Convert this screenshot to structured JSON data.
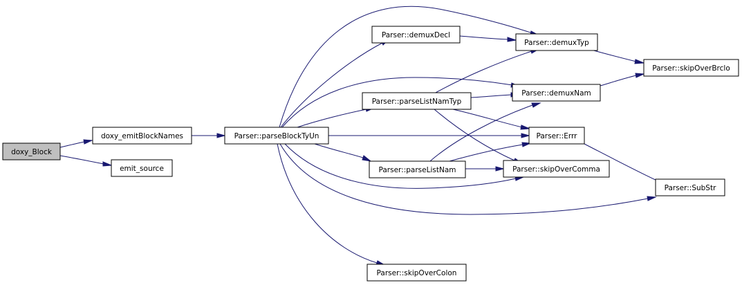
{
  "nodes": {
    "doxy_block": "doxy_Block",
    "doxy_emitblocknames": "doxy_emitBlockNames",
    "emit_source": "emit_source",
    "parseblocktyun": "Parser::parseBlockTyUn",
    "demuxdecl": "Parser::demuxDecl",
    "parselistnamtyp": "Parser::parseListNamTyp",
    "parselistnam": "Parser::parseListNam",
    "skipovercolon": "Parser::skipOverColon",
    "demuxtyp": "Parser::demuxTyp",
    "demuxnam": "Parser::demuxNam",
    "errr": "Parser::Errr",
    "skipovercomma": "Parser::skipOverComma",
    "skipoverbrclo": "Parser::skipOverBrclo",
    "substr": "Parser::SubStr"
  },
  "colors": {
    "edge": "#191970",
    "root_fill": "#bfbfbf",
    "node_fill": "#ffffff",
    "node_stroke": "#000000"
  }
}
